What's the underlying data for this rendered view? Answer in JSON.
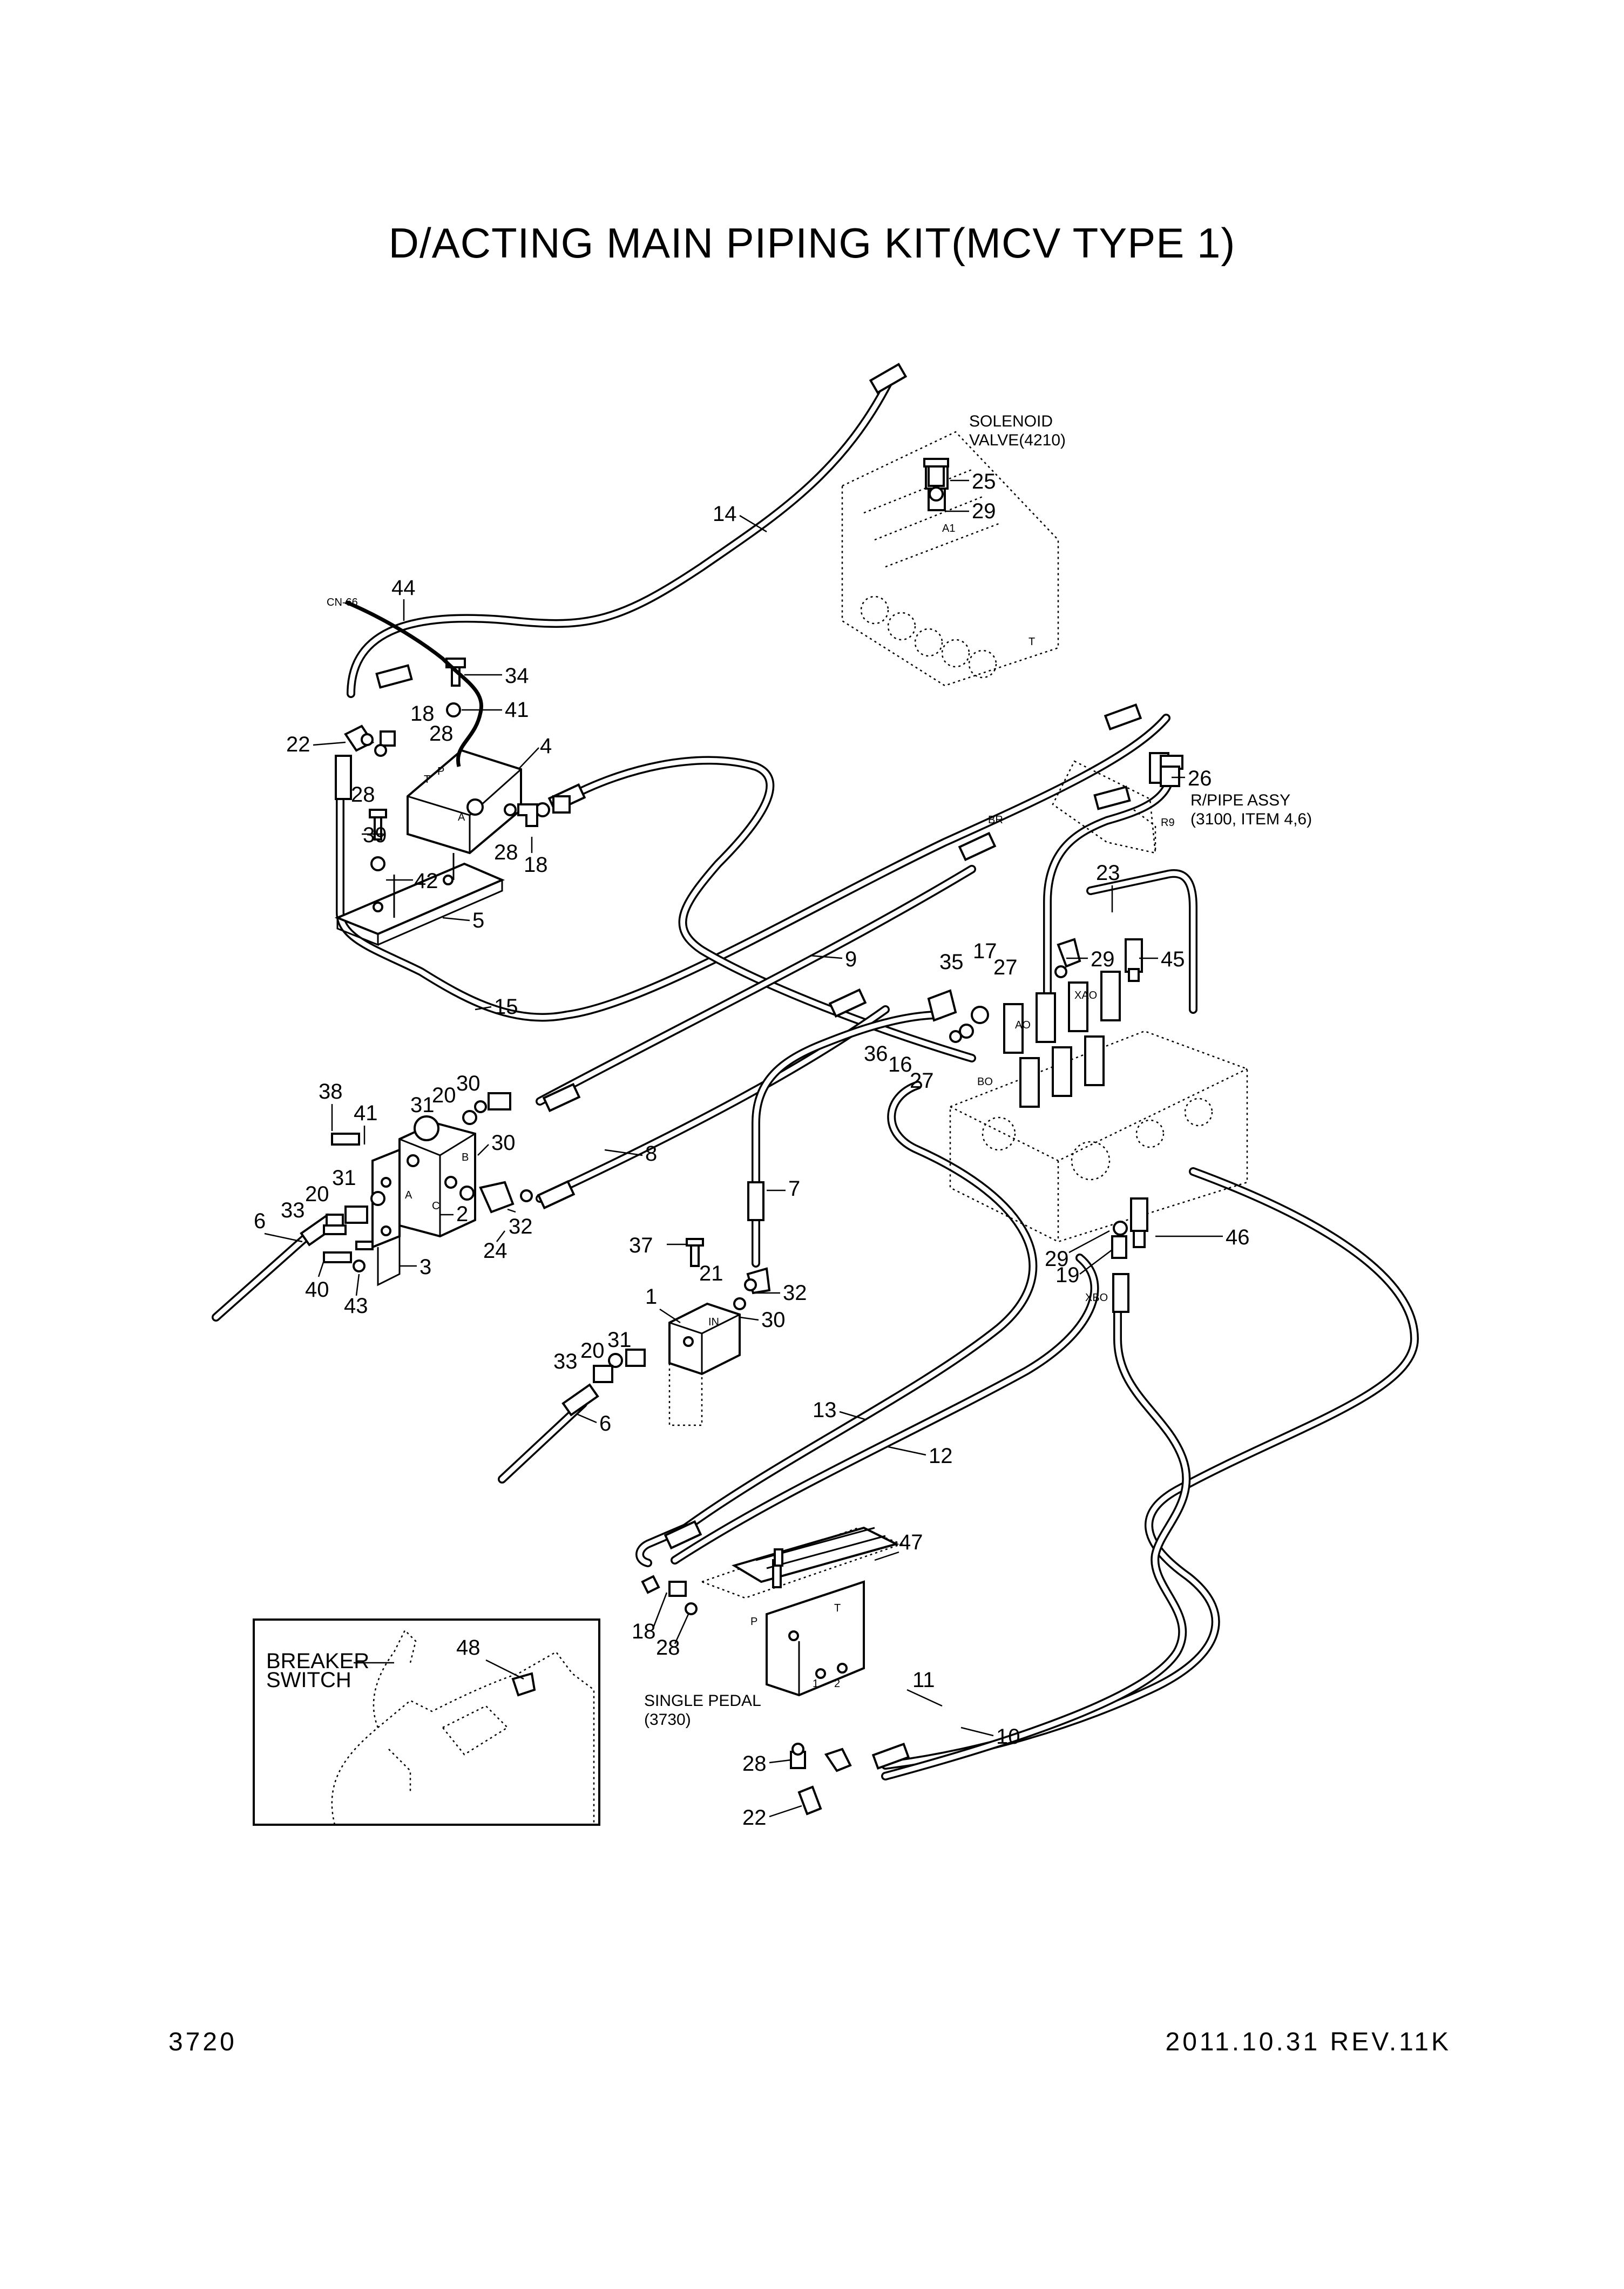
{
  "title": "D/ACTING MAIN PIPING KIT(MCV TYPE 1)",
  "page_number": "3720",
  "revision": "2011.10.31  REV.11K",
  "callouts": {
    "n1": "1",
    "n2": "2",
    "n3": "3",
    "n4": "4",
    "n5": "5",
    "n6": "6",
    "n7": "7",
    "n8": "8",
    "n9": "9",
    "n10": "10",
    "n11": "11",
    "n12": "12",
    "n13": "13",
    "n14": "14",
    "n15": "15",
    "n16": "16",
    "n17": "17",
    "n18": "18",
    "n19": "19",
    "n20": "20",
    "n21": "21",
    "n22": "22",
    "n23": "23",
    "n24": "24",
    "n25": "25",
    "n26": "26",
    "n27": "27",
    "n28": "28",
    "n29": "29",
    "n30": "30",
    "n31": "31",
    "n32": "32",
    "n33": "33",
    "n34": "34",
    "n35": "35",
    "n36": "36",
    "n37": "37",
    "n38": "38",
    "n39": "39",
    "n40": "40",
    "n41": "41",
    "n42": "42",
    "n43": "43",
    "n44": "44",
    "n45": "45",
    "n46": "46",
    "n47": "47",
    "n48": "48"
  },
  "notes": {
    "solenoid_line1": "SOLENOID",
    "solenoid_line2": "VALVE(4210)",
    "rpipe_line1": "R/PIPE ASSY",
    "rpipe_line2": "(3100, ITEM 4,6)",
    "pedal_line1": "SINGLE PEDAL",
    "pedal_line2": "(3730)",
    "breaker_line1": "BREAKER",
    "breaker_line2": "SWITCH"
  },
  "ports": {
    "cn66": "CN-66",
    "a1": "A1",
    "t": "T",
    "p": "P",
    "a": "A",
    "b": "B",
    "c": "C",
    "in": "IN",
    "br": "BR",
    "r9": "R9",
    "xao": "XAO",
    "ao": "AO",
    "bo": "BO",
    "xbo": "XBO",
    "one": "1",
    "two": "2"
  }
}
